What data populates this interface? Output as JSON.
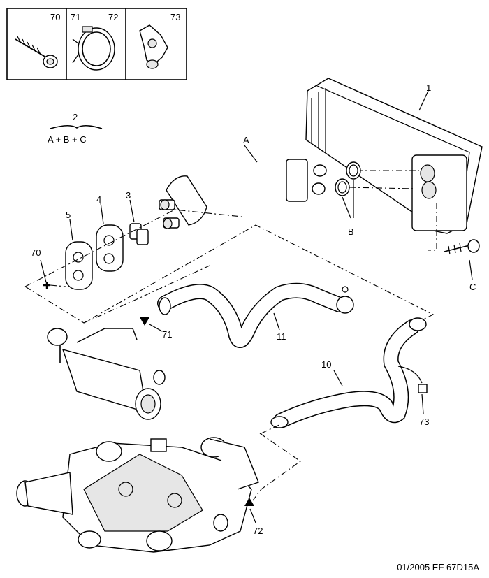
{
  "inset": {
    "labels": [
      "70",
      "71",
      "72",
      "73"
    ]
  },
  "callouts": {
    "heater_core": "1",
    "group": "2",
    "group_formula": "A + B + C",
    "seal_3": "3",
    "gasket_4": "4",
    "gasket_5": "5",
    "pipe_a": "A",
    "seals_b": "B",
    "screw_c": "C",
    "hose_11": "11",
    "hose_10": "10",
    "ref_70": "70",
    "ref_71": "71",
    "ref_72": "72",
    "ref_73": "73"
  },
  "footer": {
    "code": "01/2005   EF 67D15A"
  }
}
